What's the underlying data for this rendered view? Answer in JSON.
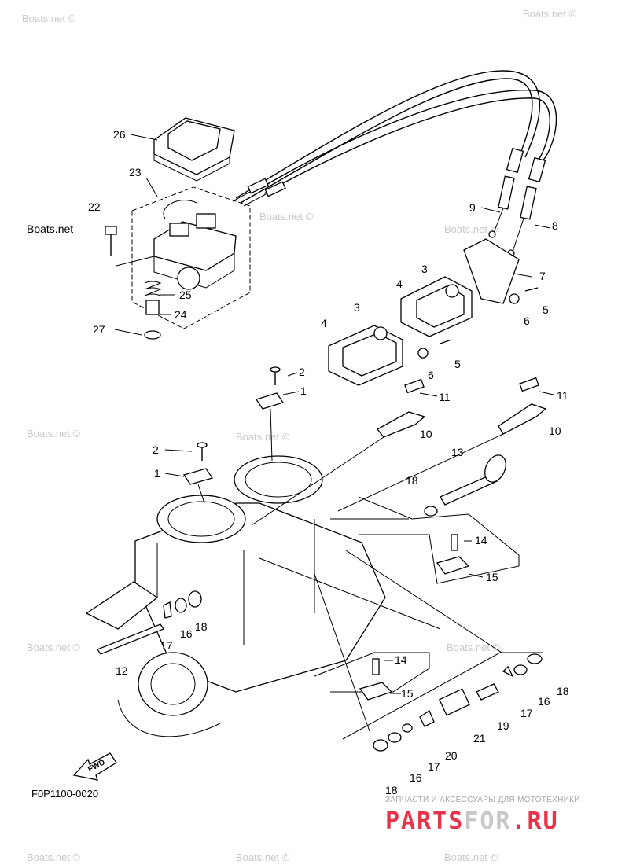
{
  "diagram": {
    "drawing_code": "F0P1100-0020",
    "fwd_label": "FWD",
    "watermarks": [
      "Boats.net ©",
      "Boats.net ©",
      "Boats.net",
      "Boats.net ©",
      "Boats.net ©",
      "Boats.net ©",
      "Boats.net ©",
      "Boats.net ©",
      "Boats.net ©",
      "Boats.net ©",
      "Boats.net ©",
      "Boats.net ©"
    ],
    "callouts": [
      "26",
      "23",
      "22",
      "25",
      "24",
      "27",
      "9",
      "8",
      "7",
      "5",
      "6",
      "3",
      "4",
      "3",
      "4",
      "6",
      "5",
      "2",
      "1",
      "11",
      "10",
      "11",
      "10",
      "2",
      "1",
      "13",
      "18",
      "14",
      "15",
      "18",
      "16",
      "17",
      "12",
      "14",
      "15",
      "18",
      "16",
      "17",
      "19",
      "21",
      "20",
      "17",
      "16",
      "18"
    ],
    "brand": {
      "tagline": "ЗАПЧАСТИ И АКСЕССУАРЫ ДЛЯ МОТОТЕХНИКИ",
      "name_part1": "PARTS",
      "name_part2": "FOR",
      "name_part3": ".RU",
      "color_red": "#e8334a",
      "color_gray": "#c8c8c8"
    }
  }
}
